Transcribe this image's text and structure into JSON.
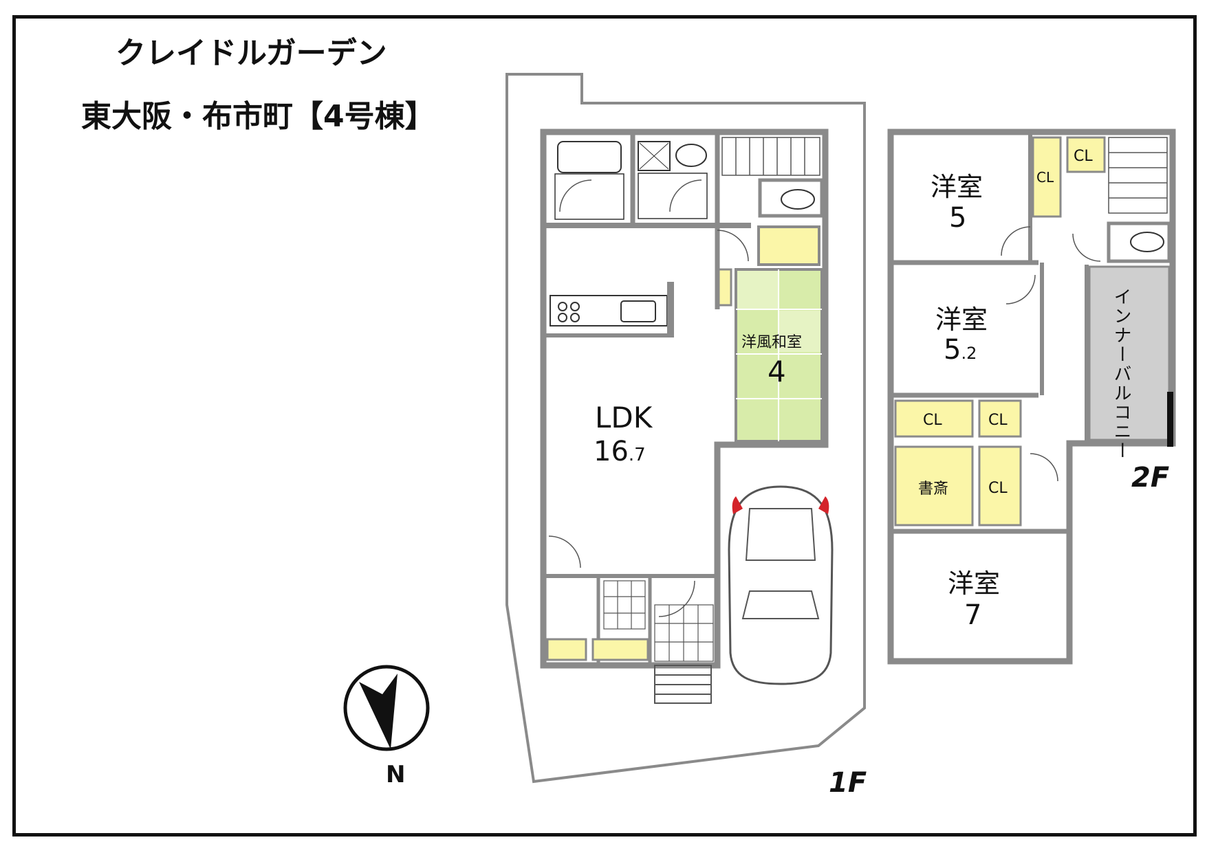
{
  "title": {
    "line1": "クレイドルガーデン",
    "line2": "東大阪・布市町【4号棟】"
  },
  "colors": {
    "wall": "#8a8a8a",
    "closet": "#fbf6a8",
    "tatami": "#d8ecaa",
    "balcony": "#cfcfcf",
    "car_light": "#d4232a",
    "outline": "#111111"
  },
  "floor1": {
    "label": "1F",
    "ldk": {
      "name": "LDK",
      "size_main": "16",
      "size_decimal": ".7"
    },
    "washitsu": {
      "name": "洋風和室",
      "size": "4"
    }
  },
  "floor2": {
    "label": "2F",
    "room_a": {
      "name": "洋室",
      "size_main": "5",
      "size_decimal": ""
    },
    "room_b": {
      "name": "洋室",
      "size_main": "5",
      "size_decimal": ".2"
    },
    "room_c": {
      "name": "洋室",
      "size_main": "7",
      "size_decimal": ""
    },
    "study": "書斎",
    "closet_label": "CL",
    "balcony": "インナーバルコニー"
  },
  "compass": {
    "label": "N",
    "icon": "north-arrow-icon"
  }
}
